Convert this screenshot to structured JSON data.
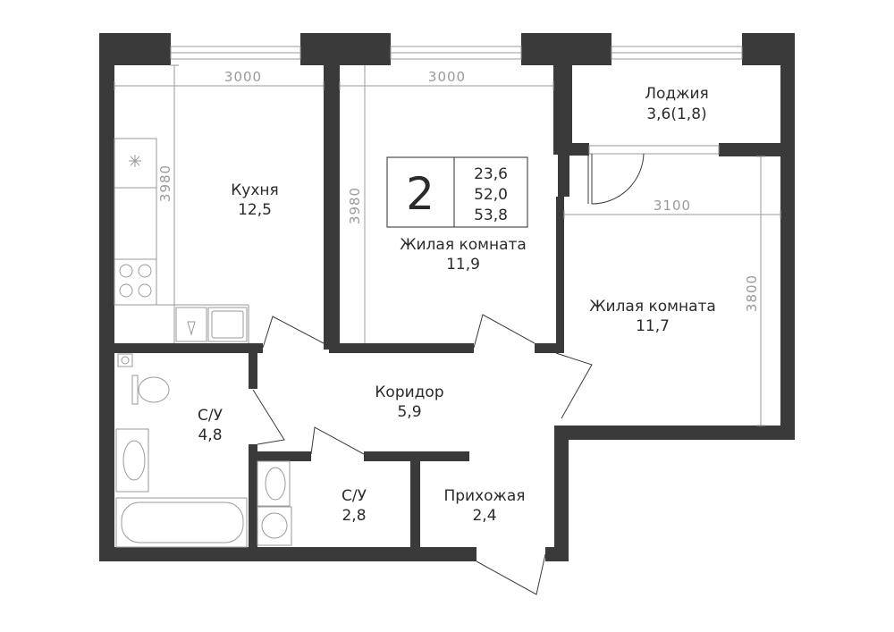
{
  "apartment": {
    "room_count": "2",
    "areas": [
      "23,6",
      "52,0",
      "53,8"
    ]
  },
  "rooms": {
    "kitchen": {
      "name": "Кухня",
      "area": "12,5"
    },
    "living1": {
      "name": "Жилая комната",
      "area": "11,9"
    },
    "living2": {
      "name": "Жилая комната",
      "area": "11,7"
    },
    "loggia": {
      "name": "Лоджия",
      "area": "3,6(1,8)"
    },
    "corridor": {
      "name": "Коридор",
      "area": "5,9"
    },
    "bath1": {
      "name": "С/У",
      "area": "4,8"
    },
    "bath2": {
      "name": "С/У",
      "area": "2,8"
    },
    "hall": {
      "name": "Прихожая",
      "area": "2,4"
    }
  },
  "dimensions": {
    "kitchen_width": "3000",
    "kitchen_depth": "3980",
    "living1_width": "3000",
    "living1_depth": "3980",
    "living2_width": "3100",
    "living2_depth": "3800"
  },
  "colors": {
    "wall": "#3a3a3a",
    "line": "#9a9a9a",
    "text": "#2b2b2b"
  }
}
